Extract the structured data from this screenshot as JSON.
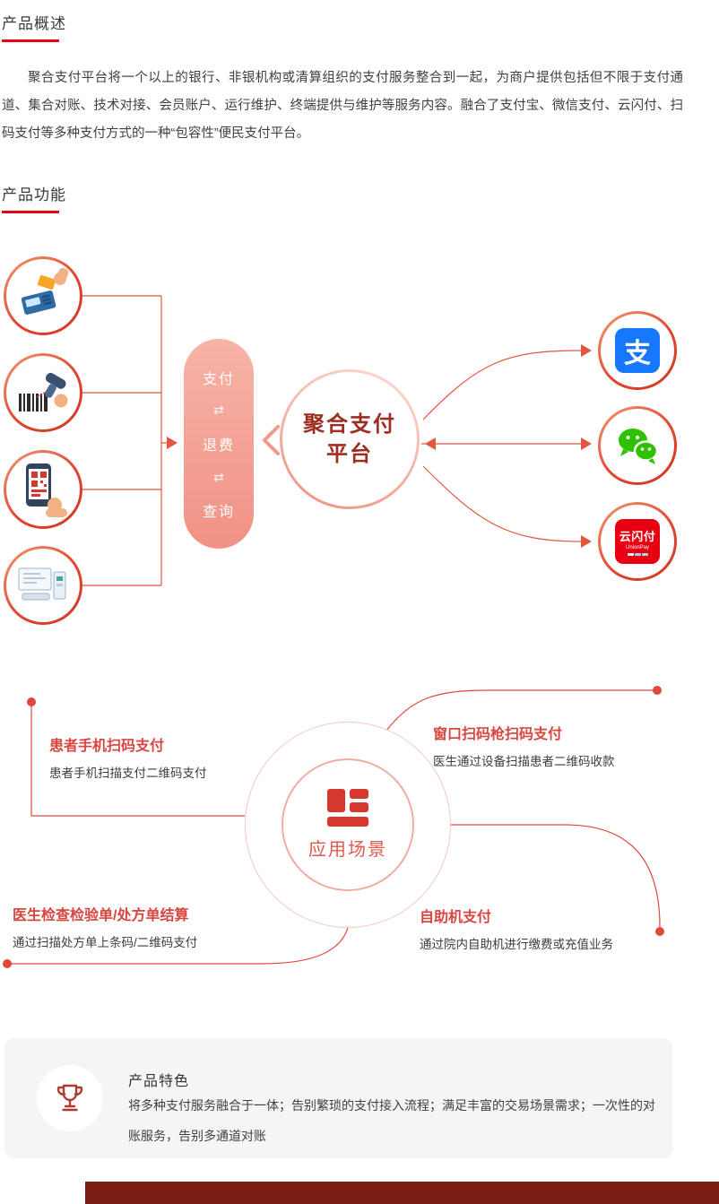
{
  "overview": {
    "title": "产品概述",
    "body": "聚合支付平台将一个以上的银行、非银机构或清算组织的支付服务整合到一起，为商户提供包括但不限于支付通道、集合对账、技术对接、会员账户、运行维护、终端提供与维护等服务内容。融合了支付宝、微信支付、云闪付、扫码支付等多种支付方式的一种“包容性”便民支付平台。"
  },
  "functions": {
    "title": "产品功能",
    "left_icons": [
      "pos-terminal-payment-icon",
      "barcode-scanner-icon",
      "qr-code-phone-payment-icon",
      "self-service-terminal-icon"
    ],
    "pill": {
      "items": [
        "支付",
        "退费",
        "查询"
      ],
      "arrow_glyph": "⇄"
    },
    "platform": {
      "line1": "聚合支付",
      "line2": "平台"
    },
    "channels": {
      "alipay_glyph": "支",
      "unionpay_label": "云闪付",
      "unionpay_sublabel": "UnionPay"
    }
  },
  "scenarios": {
    "center_label": "应用场景",
    "items": [
      {
        "title": "患者手机扫码支付",
        "desc": "患者手机扫描支付二维码支付"
      },
      {
        "title": "窗口扫码枪扫码支付",
        "desc": "医生通过设备扫描患者二维码收款"
      },
      {
        "title": "医生检查检验单/处方单结算",
        "desc": "通过扫描处方单上条码/二维码支付"
      },
      {
        "title": "自助机支付",
        "desc": "通过院内自助机进行缴费或充值业务"
      }
    ]
  },
  "features": {
    "title": "产品特色",
    "body": "将多种支付服务融合于一体；告别繁琐的支付接入流程；满足丰富的交易场景需求；一次性的对账服务，告别多通道对账"
  },
  "colors": {
    "accent_red": "#e60012",
    "connector_red": "#e2553f",
    "scenario_red": "#d9453f",
    "platform_text": "#9e2d22",
    "alipay_blue": "#1677ff",
    "wechat_green": "#2dc100",
    "unionpay_red": "#e60012",
    "card_gray": "#f5f5f5",
    "footer_maroon": "#7b1d12"
  }
}
